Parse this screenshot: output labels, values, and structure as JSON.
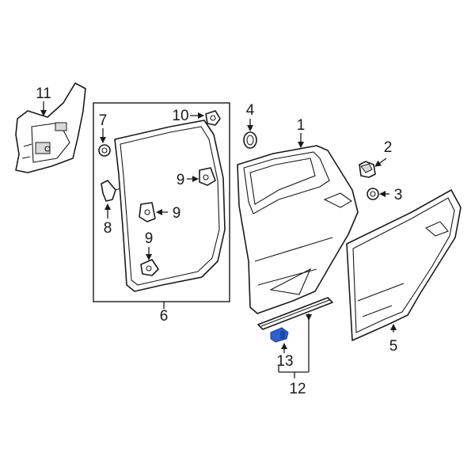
{
  "callouts": {
    "c1": "1",
    "c2": "2",
    "c3": "3",
    "c4": "4",
    "c5": "5",
    "c6": "6",
    "c7": "7",
    "c8": "8",
    "c9a": "9",
    "c9b": "9",
    "c9c": "9",
    "c10": "10",
    "c11": "11",
    "c12": "12",
    "c13": "13"
  },
  "colors": {
    "line": "#1a1a1a",
    "highlight": "#2f5fd0",
    "shade": "#d9d9d9"
  }
}
